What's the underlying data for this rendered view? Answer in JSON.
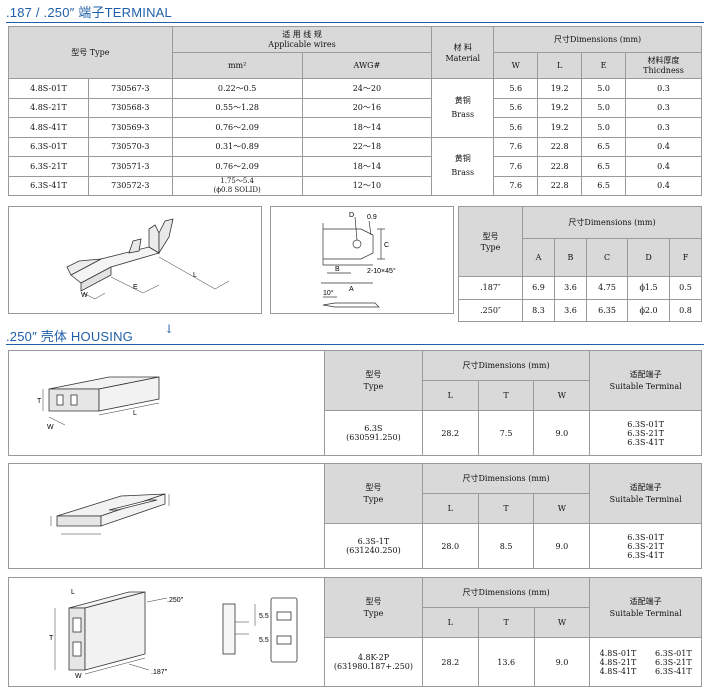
{
  "terminal": {
    "title": ".187 / .250″ 端子TERMINAL",
    "header": {
      "type": "型号 Type",
      "wires_cn": "适 用 线 规",
      "wires_en": "Applicable wires",
      "mm2": "mm²",
      "awg": "AWG#",
      "material_cn": "材 料",
      "material_en": "Material",
      "dims": "尺寸Dimensions (mm)",
      "w": "W",
      "l": "L",
      "e": "E",
      "thick_cn": "材料厚度",
      "thick_en": "Thicdness"
    },
    "rows": [
      {
        "type": "4.8S-01T",
        "code": "730567-3",
        "mm2": "0.22～0.5",
        "awg": "24～20",
        "w": "5.6",
        "l": "19.2",
        "e": "5.0",
        "t": "0.3"
      },
      {
        "type": "4.8S-21T",
        "code": "730568-3",
        "mm2": "0.55～1.28",
        "awg": "20～16",
        "w": "5.6",
        "l": "19.2",
        "e": "5.0",
        "t": "0.3"
      },
      {
        "type": "4.8S-41T",
        "code": "730569-3",
        "mm2": "0.76～2.09",
        "awg": "18～14",
        "w": "5.6",
        "l": "19.2",
        "e": "5.0",
        "t": "0.3"
      },
      {
        "type": "6.3S-01T",
        "code": "730570-3",
        "mm2": "0.31～0.89",
        "awg": "22～18",
        "w": "7.6",
        "l": "22.8",
        "e": "6.5",
        "t": "0.4"
      },
      {
        "type": "6.3S-21T",
        "code": "730571-3",
        "mm2": "0.76～2.09",
        "awg": "18～14",
        "w": "7.6",
        "l": "22.8",
        "e": "6.5",
        "t": "0.4"
      },
      {
        "type": "6.3S-41T",
        "code": "730572-3",
        "mm2_1": "1.75～5.4",
        "mm2_2": "(ϕ0.8 SOLID)",
        "awg": "12～10",
        "w": "7.6",
        "l": "22.8",
        "e": "6.5",
        "t": "0.4"
      }
    ],
    "material_cn": "黄铜",
    "material_en": "Brass"
  },
  "tab": {
    "type_cn": "型号",
    "type_en": "Type",
    "dims": "尺寸Dimensions (mm)",
    "cols": [
      "A",
      "B",
      "C",
      "D",
      "F"
    ],
    "rows": [
      {
        "type": ".187″",
        "vals": [
          "6.9",
          "3.6",
          "4.75",
          "ϕ1.5",
          "0.5"
        ]
      },
      {
        "type": ".250″",
        "vals": [
          "8.3",
          "3.6",
          "6.35",
          "ϕ2.0",
          "0.8"
        ]
      }
    ],
    "drawing_labels": {
      "d": "D",
      "f": "0.9",
      "c": "C",
      "b": "B",
      "a": "A",
      "chamfer": "2-10×45°",
      "angle": "10°"
    },
    "terminal_labels": {
      "w": "W",
      "e": "E",
      "l": "L"
    }
  },
  "housing": {
    "title": ".250″ 壳体 HOUSING",
    "header": {
      "type_cn": "型号",
      "type_en": "Type",
      "dims": "尺寸Dimensions (mm)",
      "l": "L",
      "t": "T",
      "w": "W",
      "suit_cn": "适配端子",
      "suit_en": "Suitable Terminal"
    },
    "items": [
      {
        "type": "6.3S",
        "code": "(630591.250)",
        "l": "28.2",
        "t": "7.5",
        "w": "9.0",
        "terminals": [
          "6.3S-01T",
          "6.3S-21T",
          "6.3S-41T"
        ]
      },
      {
        "type": "6.3S-1T",
        "code": "(631240.250)",
        "l": "28.0",
        "t": "8.5",
        "w": "9.0",
        "terminals": [
          "6.3S-01T",
          "6.3S-21T",
          "6.3S-41T"
        ]
      },
      {
        "type": "4.8K-2P",
        "code": "(631980.187+.250)",
        "l": "28.2",
        "t": "13.6",
        "w": "9.0",
        "terminals_left": [
          "4.8S-01T",
          "4.8S-21T",
          "4.8S-41T"
        ],
        "terminals_right": [
          "6.3S-01T",
          "6.3S-21T",
          "6.3S-41T"
        ]
      }
    ],
    "drawing_labels": {
      "l": "L",
      "t": "T",
      "w": "W",
      "d250": ".250″",
      "d187": ".187″",
      "s55a": "5.5",
      "s55b": "5.5"
    }
  },
  "colors": {
    "accent": "#1f5fa8",
    "header_bg": "#d9d9d9",
    "border": "#9a9a9a"
  }
}
